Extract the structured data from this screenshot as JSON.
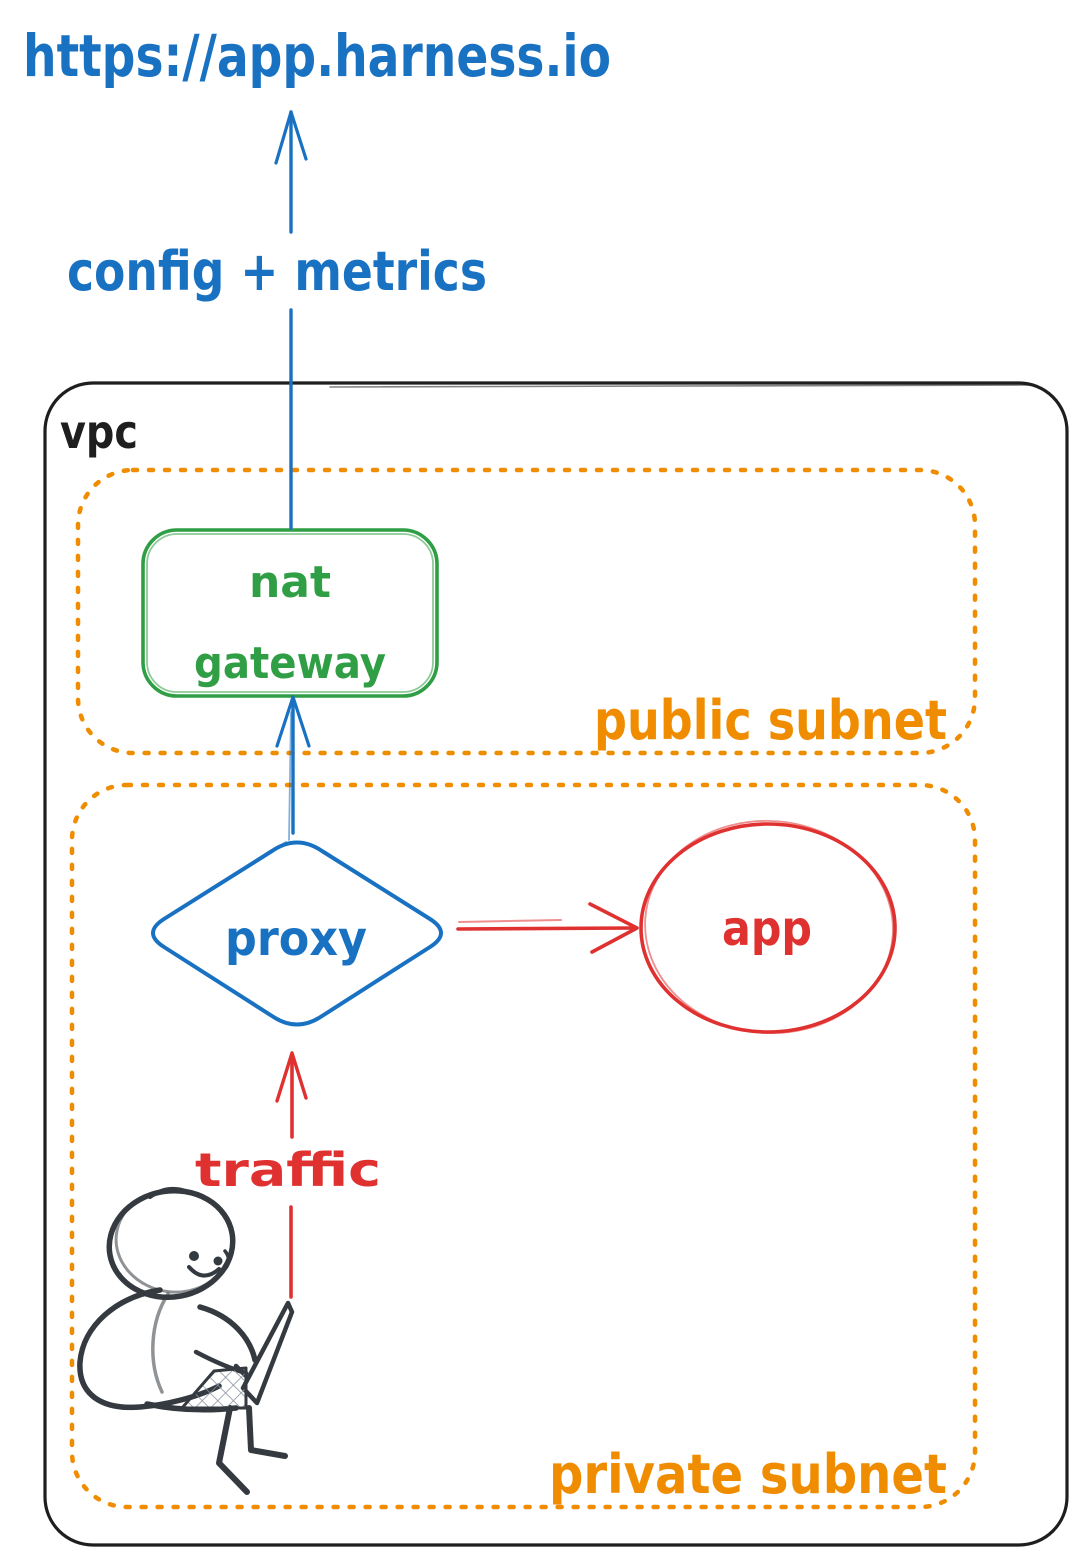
{
  "diagram": {
    "external_url_label": "https://app.harness.io",
    "config_metrics_arrow_label": "config + metrics",
    "traffic_arrow_label": "traffic",
    "vpc_label": "vpc",
    "public_subnet_label": "public subnet",
    "private_subnet_label": "private subnet",
    "nat_gateway_line1": "nat",
    "nat_gateway_line2": "gateway",
    "proxy_label": "proxy",
    "app_label": "app",
    "colors": {
      "blue": "#1971c2",
      "green": "#2f9e44",
      "orange": "#f08c00",
      "red": "#e03131",
      "ink": "#1e1e1e",
      "sketch": "#343a40"
    }
  }
}
